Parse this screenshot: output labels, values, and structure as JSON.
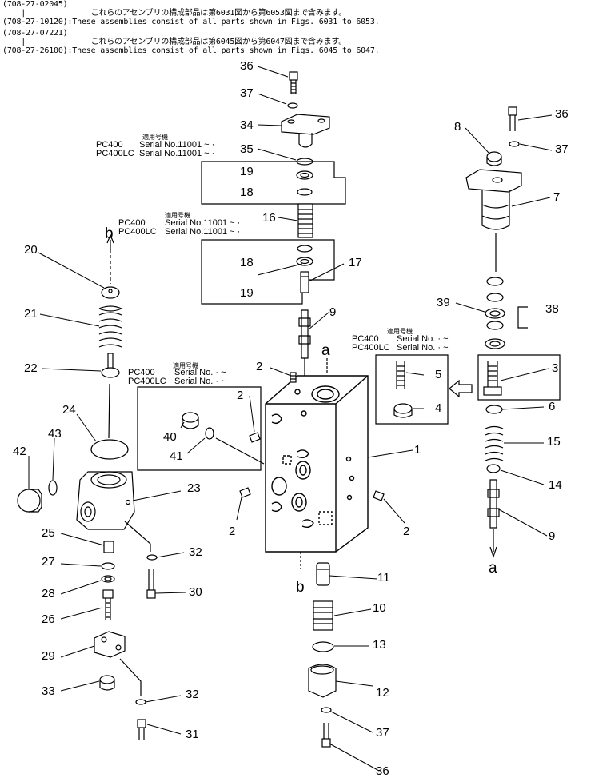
{
  "header": {
    "line1": "(708-27-02045)",
    "line2": "    |              これらのアセンブリの構成部品は第6031図から第6053図まで含みます。",
    "line3": "(708-27-10120):These assemblies consist of all parts shown in Figs. 6031 to 6053.",
    "line4": "(708-27-07221)",
    "line5": "    |              これらのアセンブリの構成部品は第6045図から第6047図まで含みます。",
    "line6": "(708-27-26100):These assemblies consist of all parts shown in Figs. 6045 to 6047."
  },
  "notes": {
    "n1": {
      "tag": "適用号機",
      "m1": "PC400",
      "s1": "Serial No.11001 ~ ·",
      "m2": "PC400LC",
      "s2": "Serial No.11001 ~ ·"
    },
    "n2": {
      "tag": "適用号機",
      "m1": "PC400",
      "s1": "Serial No.11001 ~ ·",
      "m2": "PC400LC",
      "s2": "Serial No.11001 ~ ·"
    },
    "n3": {
      "tag": "適用号機",
      "m1": "PC400",
      "s1": "Serial No.  · ~",
      "m2": "PC400LC",
      "s2": "Serial No.  · ~"
    },
    "n4": {
      "tag": "適用号機",
      "m1": "PC400",
      "s1": "Serial No.  · ~",
      "m2": "PC400LC",
      "s2": "Serial No.  · ~"
    }
  },
  "callouts": {
    "c36a": "36",
    "c37a": "37",
    "c34": "34",
    "c35": "35",
    "c19a": "19",
    "c18a": "18",
    "c16": "16",
    "c18b": "18",
    "c19b": "19",
    "c17": "17",
    "c9a": "9",
    "c2a": "2",
    "c2b": "2",
    "c2c": "2",
    "c2d": "2",
    "c1": "1",
    "c11": "11",
    "c10": "10",
    "c13": "13",
    "c12": "12",
    "c37c": "37",
    "c36c": "36",
    "c20": "20",
    "c21": "21",
    "c22": "22",
    "c24": "24",
    "c40": "40",
    "c41": "41",
    "c42": "42",
    "c43": "43",
    "c23": "23",
    "c25": "25",
    "c27": "27",
    "c28": "28",
    "c26": "26",
    "c32a": "32",
    "c30": "30",
    "c29": "29",
    "c33": "33",
    "c32b": "32",
    "c31": "31",
    "c8": "8",
    "c36b": "36",
    "c37b": "37",
    "c7": "7",
    "c39": "39",
    "c38": "38",
    "c5": "5",
    "c4": "4",
    "c3": "3",
    "c6": "6",
    "c15": "15",
    "c14": "14",
    "c9b": "9"
  },
  "flow_letters": {
    "a1": "a",
    "b1": "b",
    "a2": "a",
    "b2": "b"
  }
}
